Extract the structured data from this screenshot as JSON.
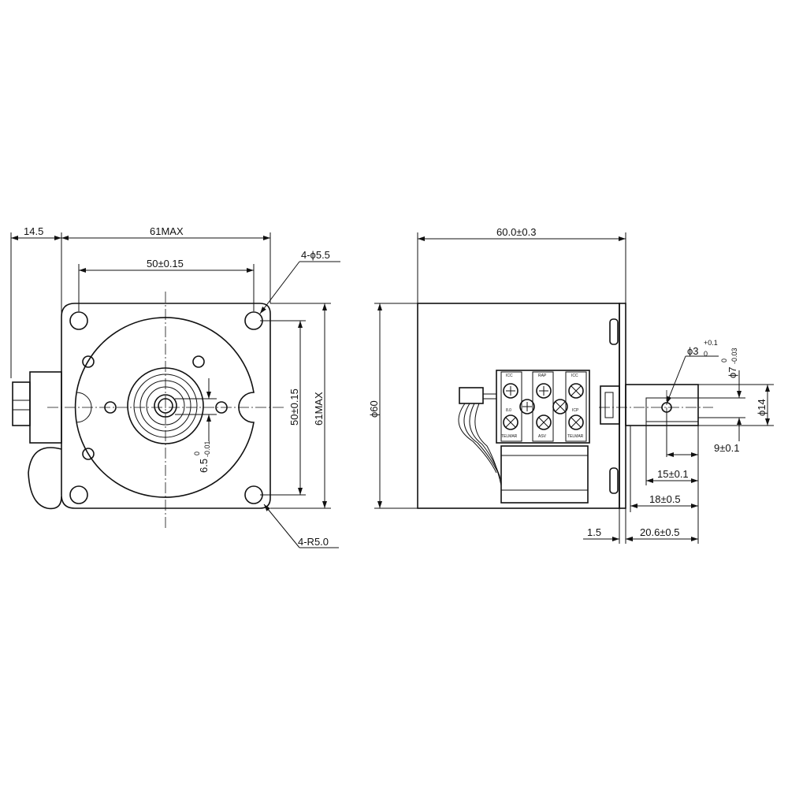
{
  "front_view": {
    "dim_left_offset": "14.5",
    "dim_overall_width": "61MAX",
    "dim_hole_spacing_h": "50±0.15",
    "dim_hole_spacing_v": "50±0.15",
    "dim_overall_height": "61MAX",
    "dim_mount_holes": "4-ϕ5.5",
    "dim_corner_radius": "4-R5.0",
    "dim_bore_main": "6.5",
    "dim_bore_tol_upper": "0",
    "dim_bore_tol_lower": "-0.01"
  },
  "side_view": {
    "dim_body_length": "60.0±0.3",
    "dim_body_diameter": "ϕ60",
    "dim_shaft_hole_main": "ϕ3",
    "dim_shaft_hole_tol_upper": "+0.1",
    "dim_shaft_hole_tol_lower": "0",
    "dim_shaft_dia_main": "ϕ7",
    "dim_shaft_dia_tol_upper": "0",
    "dim_shaft_dia_tol_lower": "-0.03",
    "dim_shaft_flat": "ϕ14",
    "dim_hole_pos": "9±0.1",
    "dim_flat_len": "15±0.1",
    "dim_shaft_len": "18±0.5",
    "dim_flange": "1.5",
    "dim_shaft_total": "20.6±0.5"
  },
  "terminal_block": {
    "labels": [
      "ICC",
      "RAP",
      "ICC",
      "8.0",
      "ICP",
      "TELMAR",
      "ASV",
      "TELMAR"
    ]
  }
}
